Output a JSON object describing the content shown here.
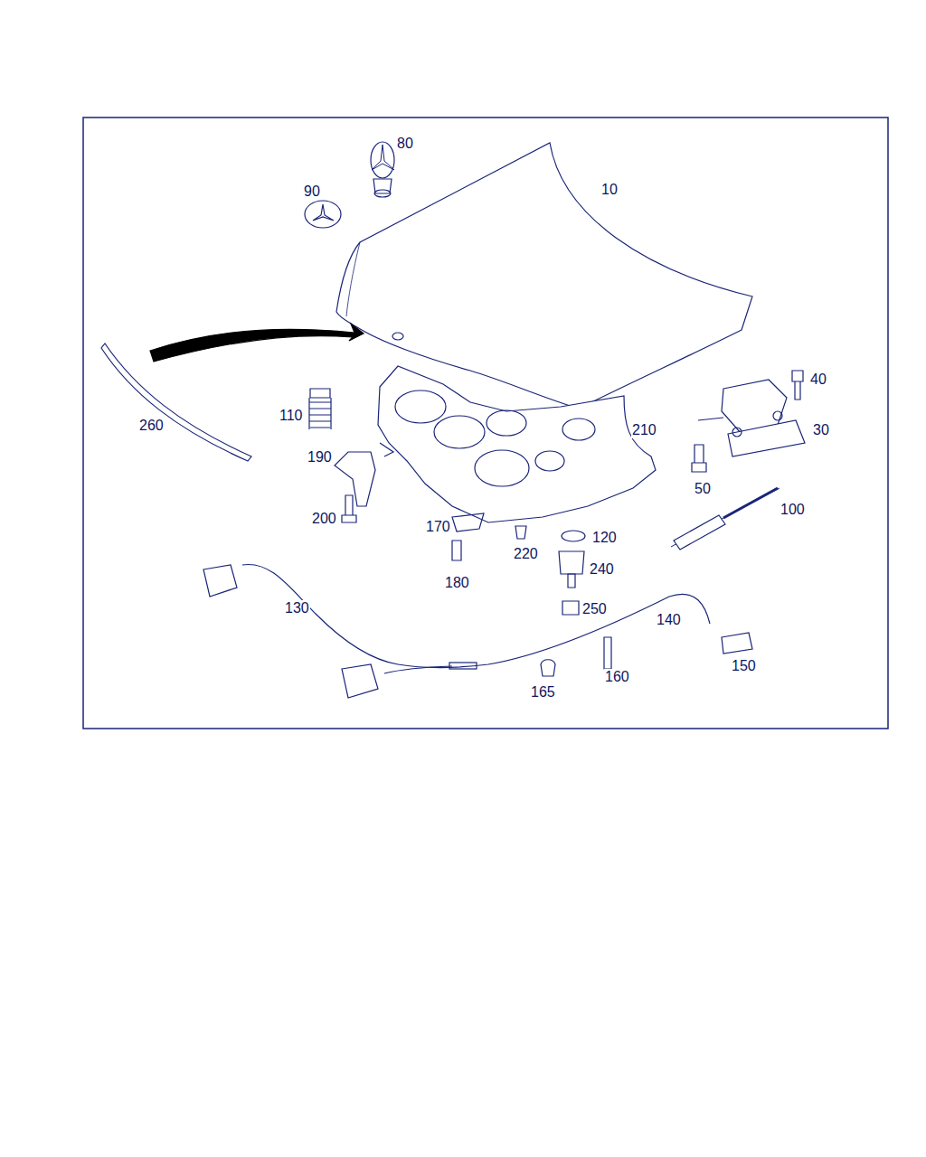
{
  "diagram": {
    "labels": [
      "80",
      "90",
      "10",
      "110",
      "260",
      "210",
      "40",
      "30",
      "190",
      "50",
      "100",
      "200",
      "170",
      "220",
      "120",
      "240",
      "180",
      "130",
      "250",
      "140",
      "150",
      "160",
      "165"
    ]
  }
}
